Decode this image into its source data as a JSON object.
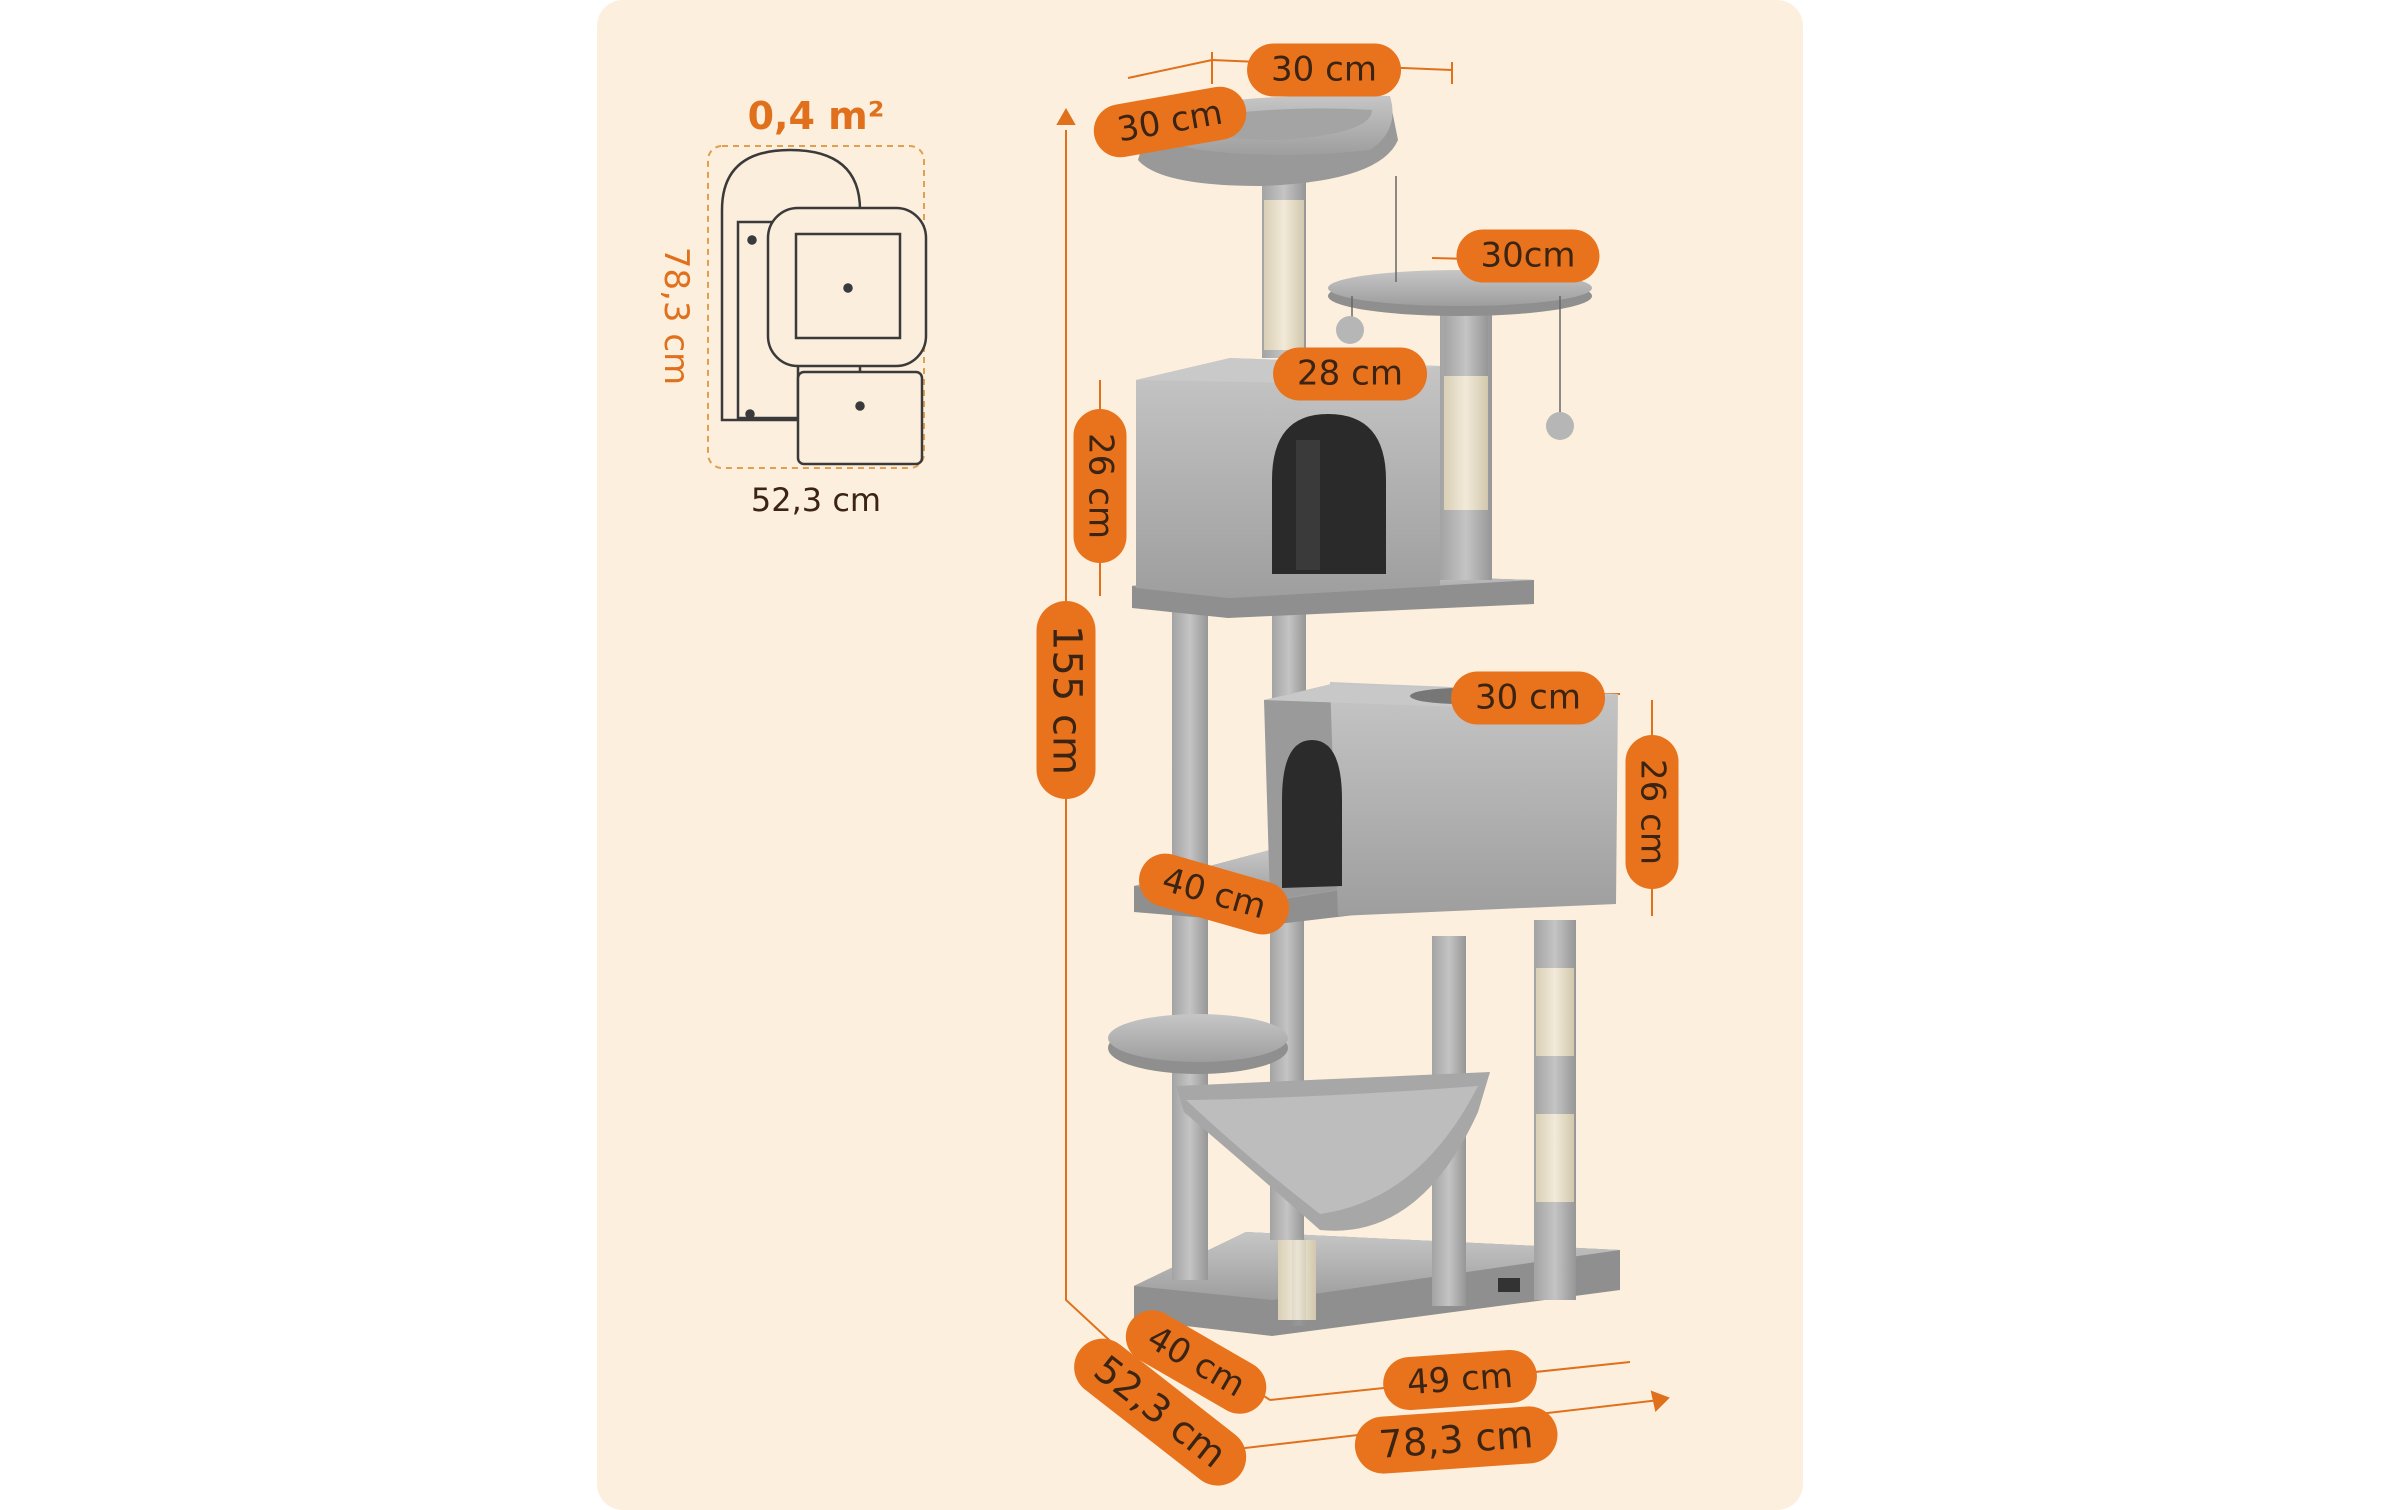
{
  "area": {
    "value": "0,4 m²",
    "depth": "78,3 cm",
    "width": "52,3 cm"
  },
  "dimensions": {
    "top_perch_depth": "30 cm",
    "top_perch_width": "30 cm",
    "upper_platform_width": "30cm",
    "upper_condo_width": "28 cm",
    "upper_condo_height": "26 cm",
    "total_height": "155 cm",
    "lower_condo_width": "30 cm",
    "lower_condo_height": "26 cm",
    "middle_platform_width": "40 cm",
    "base_depth": "40 cm",
    "base_width": "49 cm",
    "total_depth": "52,3 cm",
    "total_width": "78,3 cm"
  },
  "colors": {
    "accent": "#e8731c",
    "background": "#fcefdd",
    "plush": "#b3b3b3",
    "sisal": "#e9e1cc",
    "cave": "#2b2b2b"
  }
}
